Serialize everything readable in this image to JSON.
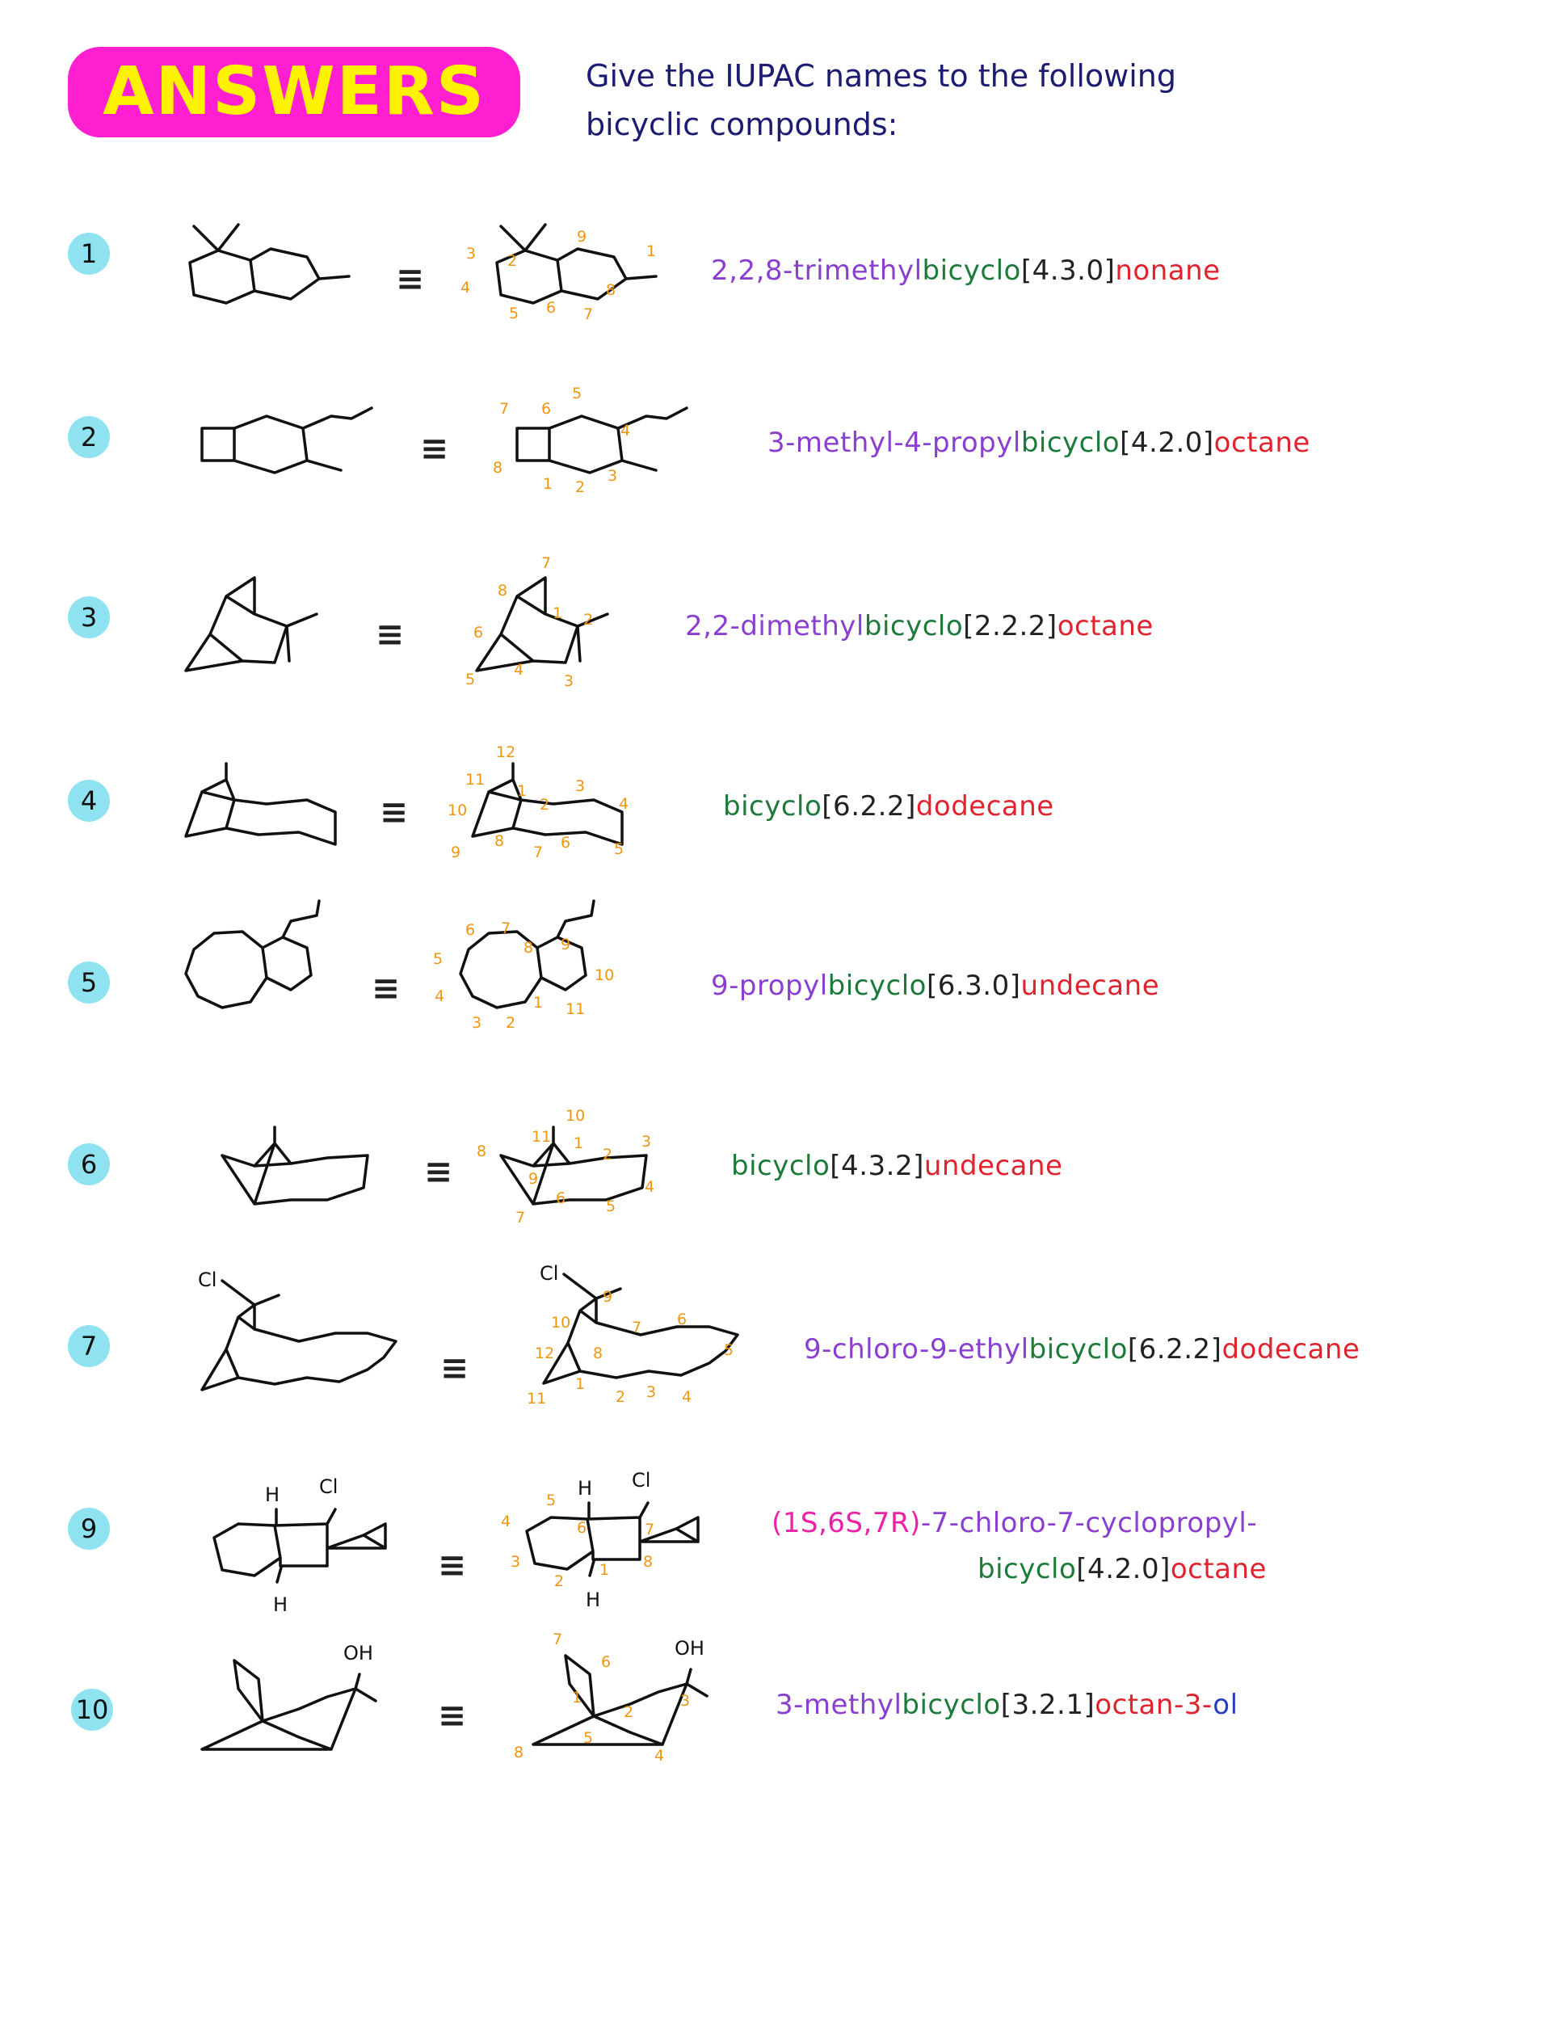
{
  "header": {
    "badge": "ANSWERS",
    "prompt_line1": "Give the IUPAC names to the following",
    "prompt_line2": "bicyclic compounds:"
  },
  "problems": [
    {
      "number": "1",
      "answer_parts": [
        {
          "text": "2,2,8-trimethyl",
          "color": "purple"
        },
        {
          "text": "bicyclo",
          "color": "green"
        },
        {
          "text": "[4.3.0]",
          "color": "black"
        },
        {
          "text": "nonane",
          "color": "red"
        }
      ],
      "labels": [
        "1",
        "2",
        "3",
        "4",
        "5",
        "6",
        "7",
        "8",
        "9"
      ]
    },
    {
      "number": "2",
      "answer_parts": [
        {
          "text": "3-methyl-4-propyl",
          "color": "purple"
        },
        {
          "text": "bicyclo",
          "color": "green"
        },
        {
          "text": "[4.2.0]",
          "color": "black"
        },
        {
          "text": "octane",
          "color": "red"
        }
      ],
      "labels": [
        "1",
        "2",
        "3",
        "4",
        "5",
        "6",
        "7",
        "8"
      ]
    },
    {
      "number": "3",
      "answer_parts": [
        {
          "text": "2,2-dimethyl",
          "color": "purple"
        },
        {
          "text": "bicyclo",
          "color": "green"
        },
        {
          "text": "[2.2.2]",
          "color": "black"
        },
        {
          "text": "octane",
          "color": "red"
        }
      ],
      "labels": [
        "1",
        "2",
        "3",
        "4",
        "5",
        "6",
        "7",
        "8"
      ]
    },
    {
      "number": "4",
      "answer_parts": [
        {
          "text": "bicyclo",
          "color": "green"
        },
        {
          "text": "[6.2.2]",
          "color": "black"
        },
        {
          "text": "dodecane",
          "color": "red"
        }
      ],
      "labels": [
        "1",
        "2",
        "3",
        "4",
        "5",
        "6",
        "7",
        "8",
        "9",
        "10",
        "11",
        "12"
      ]
    },
    {
      "number": "5",
      "answer_parts": [
        {
          "text": "9-propyl",
          "color": "purple"
        },
        {
          "text": "bicyclo",
          "color": "green"
        },
        {
          "text": "[6.3.0]",
          "color": "black"
        },
        {
          "text": "undecane",
          "color": "red"
        }
      ],
      "labels": [
        "1",
        "2",
        "3",
        "4",
        "5",
        "6",
        "7",
        "8",
        "9",
        "10",
        "11"
      ]
    },
    {
      "number": "6",
      "answer_parts": [
        {
          "text": "bicyclo",
          "color": "green"
        },
        {
          "text": "[4.3.2]",
          "color": "black"
        },
        {
          "text": "undecane",
          "color": "red"
        }
      ],
      "labels": [
        "1",
        "2",
        "3",
        "4",
        "5",
        "6",
        "7",
        "8",
        "9",
        "10",
        "11"
      ]
    },
    {
      "number": "7",
      "answer_parts": [
        {
          "text": "9-chloro-9-ethyl",
          "color": "purple"
        },
        {
          "text": "bicyclo",
          "color": "green"
        },
        {
          "text": "[6.2.2]",
          "color": "black"
        },
        {
          "text": "dodecane",
          "color": "red"
        }
      ],
      "labels": [
        "1",
        "2",
        "3",
        "4",
        "5",
        "6",
        "7",
        "8",
        "9",
        "10",
        "11",
        "12"
      ],
      "atoms": {
        "cl": "Cl"
      }
    },
    {
      "number": "9",
      "answer_line1_parts": [
        {
          "text": "(1S,6S,7R)",
          "color": "pink"
        },
        {
          "text": "-7-chloro-7-cyclopropyl-",
          "color": "purple"
        }
      ],
      "answer_line2_parts": [
        {
          "text": "bicyclo",
          "color": "green"
        },
        {
          "text": "[4.2.0]",
          "color": "black"
        },
        {
          "text": "octane",
          "color": "red"
        }
      ],
      "labels": [
        "1",
        "2",
        "3",
        "4",
        "5",
        "6",
        "7",
        "8"
      ],
      "atoms": {
        "h": "H",
        "cl": "Cl"
      }
    },
    {
      "number": "10",
      "answer_parts": [
        {
          "text": "3-methyl",
          "color": "purple"
        },
        {
          "text": "bicyclo",
          "color": "green"
        },
        {
          "text": "[3.2.1]",
          "color": "black"
        },
        {
          "text": "octan",
          "color": "red"
        },
        {
          "text": "-3-",
          "color": "red"
        },
        {
          "text": "ol",
          "color": "blue"
        }
      ],
      "labels": [
        "1",
        "2",
        "3",
        "4",
        "5",
        "6",
        "7",
        "8"
      ],
      "atoms": {
        "oh": "OH"
      }
    }
  ],
  "equiv_symbol": "≡",
  "colors": {
    "badge_bg": "#ff1fd1",
    "badge_text": "#fff200",
    "prompt": "#1c1c72",
    "number_circle": "#8fe3f0",
    "label": "#f0960c",
    "purple": "#8a3fd1",
    "green": "#1c7a3a",
    "black": "#222222",
    "red": "#e0232e",
    "pink": "#ee1fa8",
    "blue": "#2a3fbf"
  }
}
